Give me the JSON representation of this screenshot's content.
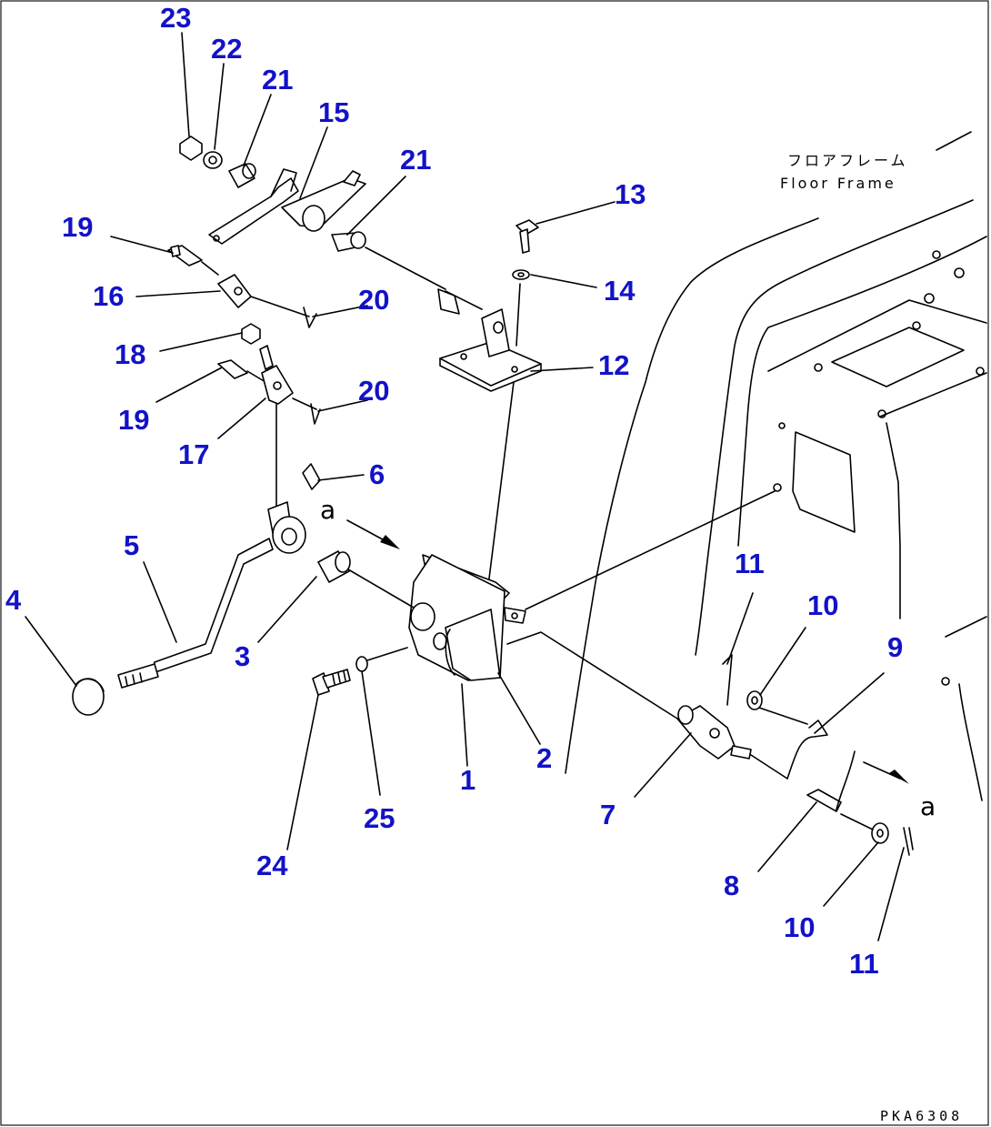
{
  "labels": {
    "floor_frame_jp": "フロアフレーム",
    "floor_frame_en": "Floor Frame",
    "view_arrow_top": "a",
    "view_arrow_bottom": "a",
    "drawing_code": "PKA6308"
  },
  "callouts": [
    "23",
    "22",
    "21",
    "15",
    "21",
    "19",
    "13",
    "16",
    "20",
    "14",
    "18",
    "12",
    "19",
    "20",
    "17",
    "6",
    "5",
    "4",
    "3",
    "11",
    "10",
    "9",
    "24",
    "25",
    "1",
    "2",
    "7",
    "8",
    "10",
    "11"
  ],
  "colors": {
    "callout": "#1212c8",
    "linework": "#000000",
    "background": "#ffffff"
  }
}
